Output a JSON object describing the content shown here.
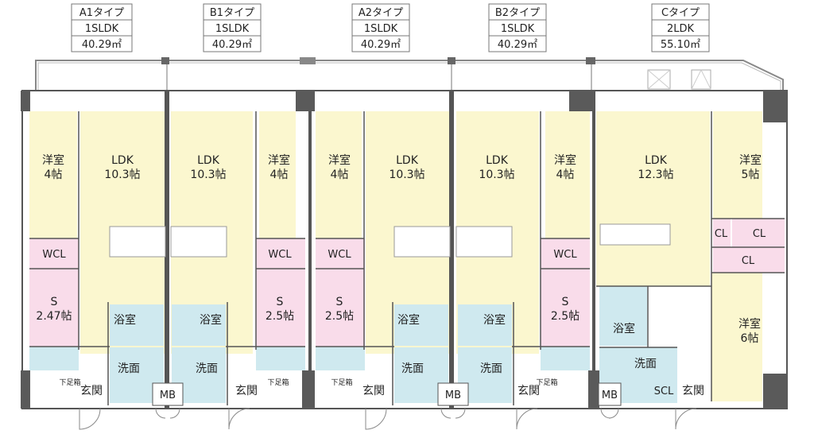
{
  "units": [
    {
      "type": "A1タイプ",
      "layout": "1SLDK",
      "area": "40.29㎡"
    },
    {
      "type": "B1タイプ",
      "layout": "1SLDK",
      "area": "40.29㎡"
    },
    {
      "type": "A2タイプ",
      "layout": "1SLDK",
      "area": "40.29㎡"
    },
    {
      "type": "B2タイプ",
      "layout": "1SLDK",
      "area": "40.29㎡"
    },
    {
      "type": "Cタイプ",
      "layout": "2LDK",
      "area": "55.10㎡"
    }
  ],
  "rooms": {
    "a1": {
      "youshitsu": "洋室",
      "youshitsu_size": "4帖",
      "ldk": "LDK",
      "ldk_size": "10.3帖",
      "wcl": "WCL",
      "s": "S",
      "s_size": "2.47帖",
      "bath": "浴室",
      "wash": "洗面",
      "genkan": "玄関",
      "getabako": "下足箱"
    },
    "b1": {
      "youshitsu": "洋室",
      "youshitsu_size": "4帖",
      "ldk": "LDK",
      "ldk_size": "10.3帖",
      "wcl": "WCL",
      "s": "S",
      "s_size": "2.5帖",
      "bath": "浴室",
      "wash": "洗面",
      "genkan": "玄関",
      "getabako": "下足箱"
    },
    "a2": {
      "youshitsu": "洋室",
      "youshitsu_size": "4帖",
      "ldk": "LDK",
      "ldk_size": "10.3帖",
      "wcl": "WCL",
      "s": "S",
      "s_size": "2.5帖",
      "bath": "浴室",
      "wash": "洗面",
      "genkan": "玄関",
      "getabako": "下足箱"
    },
    "b2": {
      "youshitsu": "洋室",
      "youshitsu_size": "4帖",
      "ldk": "LDK",
      "ldk_size": "10.3帖",
      "wcl": "WCL",
      "s": "S",
      "s_size": "2.5帖",
      "bath": "浴室",
      "wash": "洗面",
      "genkan": "玄関",
      "getabako": "下足箱"
    },
    "c": {
      "ldk": "LDK",
      "ldk_size": "12.3帖",
      "youshitsu1": "洋室",
      "youshitsu1_size": "5帖",
      "cl1": "CL",
      "cl2": "CL",
      "cl3": "CL",
      "youshitsu2": "洋室",
      "youshitsu2_size": "6帖",
      "bath": "浴室",
      "wash": "洗面",
      "scl": "SCL",
      "genkan": "玄関"
    }
  },
  "mb": [
    "MB",
    "MB",
    "MB"
  ],
  "colors": {
    "ldk": "#fbf7cf",
    "youshitsu": "#fbf7cf",
    "wcl": "#f9dcea",
    "s_room": "#f9dcea",
    "wet": "#cfe9ef",
    "wall": "#555555",
    "column": "#5a5a5a",
    "line": "#888888"
  }
}
